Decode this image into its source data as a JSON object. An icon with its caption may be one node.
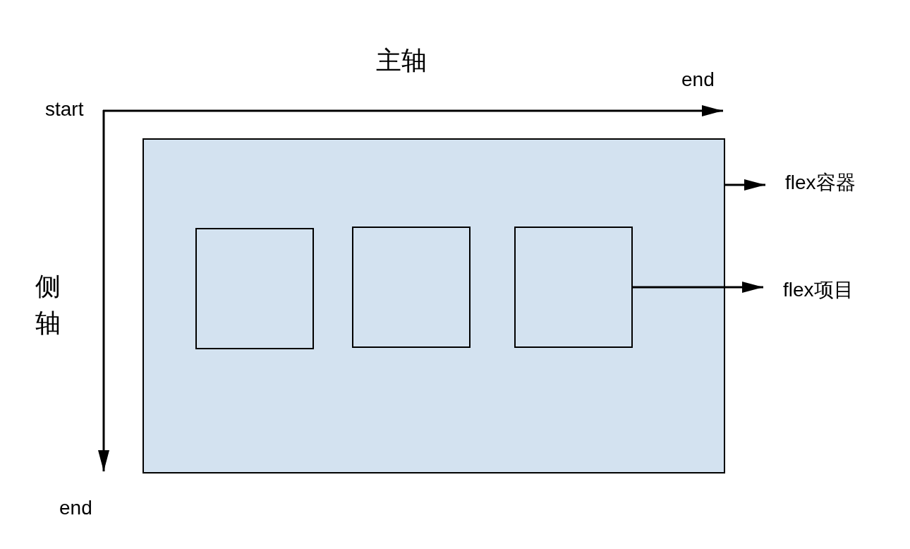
{
  "diagram": {
    "nodes": [
      {
        "text": [],
        "shape": "box"
      },
      {
        "text": [],
        "shape": "box",
        "in": 0
      },
      {
        "text": [],
        "shape": "box",
        "in": 0
      },
      {
        "text": [],
        "shape": "box",
        "in": 0
      },
      {
        "text": [
          "flex容器"
        ]
      },
      {
        "text": [
          "flex项目"
        ]
      }
    ],
    "edges": [
      {
        "from": 0,
        "to": 4,
        "arrow": "to"
      },
      {
        "from": 3,
        "to": 5,
        "arrow": "to"
      }
    ],
    "labels": [
      "主轴",
      "end",
      "start",
      "侧轴",
      "end"
    ]
  }
}
